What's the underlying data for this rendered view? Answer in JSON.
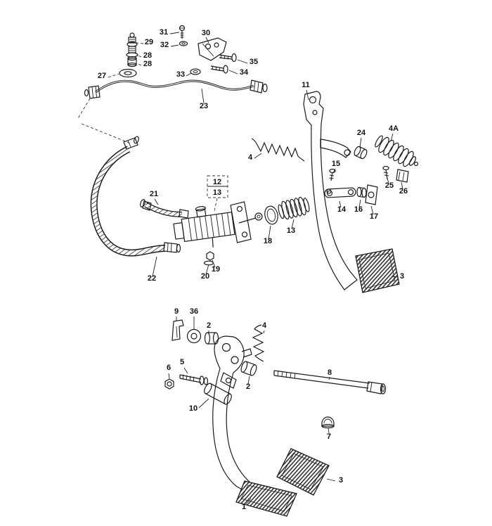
{
  "colors": {
    "background": "#ffffff",
    "line": "#1c1c1c"
  },
  "diagram": {
    "labels": [
      "31",
      "29",
      "30",
      "32",
      "28",
      "28",
      "35",
      "34",
      "33",
      "27",
      "23",
      "11",
      "24",
      "4A",
      "4",
      "15",
      "12",
      "13",
      "25",
      "26",
      "21",
      "14",
      "16",
      "17",
      "13",
      "18",
      "3",
      "19",
      "20",
      "22",
      "9",
      "36",
      "2",
      "4",
      "5",
      "6",
      "8",
      "2",
      "10",
      "7",
      "3",
      "1"
    ]
  }
}
